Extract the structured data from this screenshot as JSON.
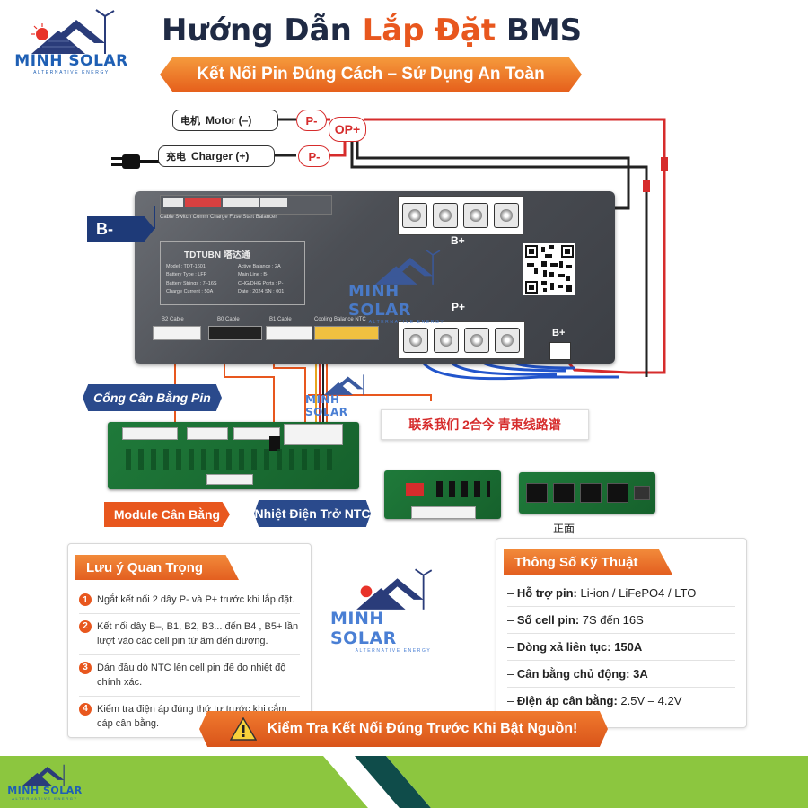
{
  "logo": {
    "name": "MINH SOLAR",
    "sub": "ALTERNATIVE ENERGY"
  },
  "title": {
    "part1": "Hướng Dẫn ",
    "part2": "Lắp Đặt",
    "part3": " BMS"
  },
  "subtitle": "Kết Nối Pin Đúng Cách – Sử Dụng An Toàn",
  "wiring": {
    "motor": {
      "cn": "电机",
      "label": "Motor (–)"
    },
    "charger": {
      "cn": "充电",
      "label": "Charger (+)"
    },
    "p_minus": "P-",
    "op_plus": "OP+",
    "b_minus": "B-",
    "b_plus": "B+",
    "p_plus": "P+"
  },
  "board": {
    "brand": "TDTUBN 塔达通",
    "header": "Cable  Switch  Comm   Charge Fuse   Start Balancer",
    "specs_left": [
      "Model : TDT-1601",
      "Battery Type : LFP",
      "Battery Strings : 7–16S",
      "Charge Current : 50A"
    ],
    "specs_right": [
      "Active Balance : 2A",
      "Main Line : B-",
      "CHG/DHG Ports : P-",
      "Date : 2024  SN : 001"
    ],
    "ports": [
      "B2 Cable",
      "B0 Cable",
      "B1 Cable",
      "Cooling Balance  NTC"
    ]
  },
  "labels": {
    "balance_port": "Cổng Cân Bằng Pin",
    "chinese_note": "联系我们 2合今 青束线路谱",
    "balance_module": "Module Cân Bằng",
    "ntc": "Nhiệt Điện Trở NTC",
    "rj_caption": "正面"
  },
  "notes": {
    "title": "Lưu ý Quan Trọng",
    "items": [
      {
        "num": "1",
        "text": "Ngắt kết nối 2 dây P- và P+ trước khi lắp đặt."
      },
      {
        "num": "2",
        "text": "Kết nối dây B–, B1, B2, B3... đến B4 , B5+ lần lượt vào các cell pin từ âm đến dương."
      },
      {
        "num": "3",
        "text": "Dán đầu dò NTC lên cell pin để đo nhiệt độ chính xác."
      },
      {
        "num": "4",
        "text": "Kiểm tra điện áp đúng thứ tự trước khi cắm cáp cân bằng."
      }
    ]
  },
  "specs": {
    "title": "Thông Số Kỹ Thuật",
    "items": [
      {
        "label": "Hỗ trợ pin:",
        "value": " Li-ion / LiFePO4 / LTO"
      },
      {
        "label": "Số cell pin:",
        "value": " 7S đến 16S"
      },
      {
        "label": "Dòng xả liên tục:",
        "value": " 150A"
      },
      {
        "label": "Cân bằng chủ động:",
        "value": " 3A"
      },
      {
        "label": "Điện áp cân bằng:",
        "value": " 2.5V – 4.2V"
      }
    ]
  },
  "warning": "Kiểm Tra Kết Nối Đúng Trước Khi Bật Nguồn!",
  "colors": {
    "accent": "#e8571e",
    "navy": "#1e3a78",
    "green": "#8cc63f",
    "wire_red": "#d62c2c",
    "wire_blue": "#2255cc"
  }
}
